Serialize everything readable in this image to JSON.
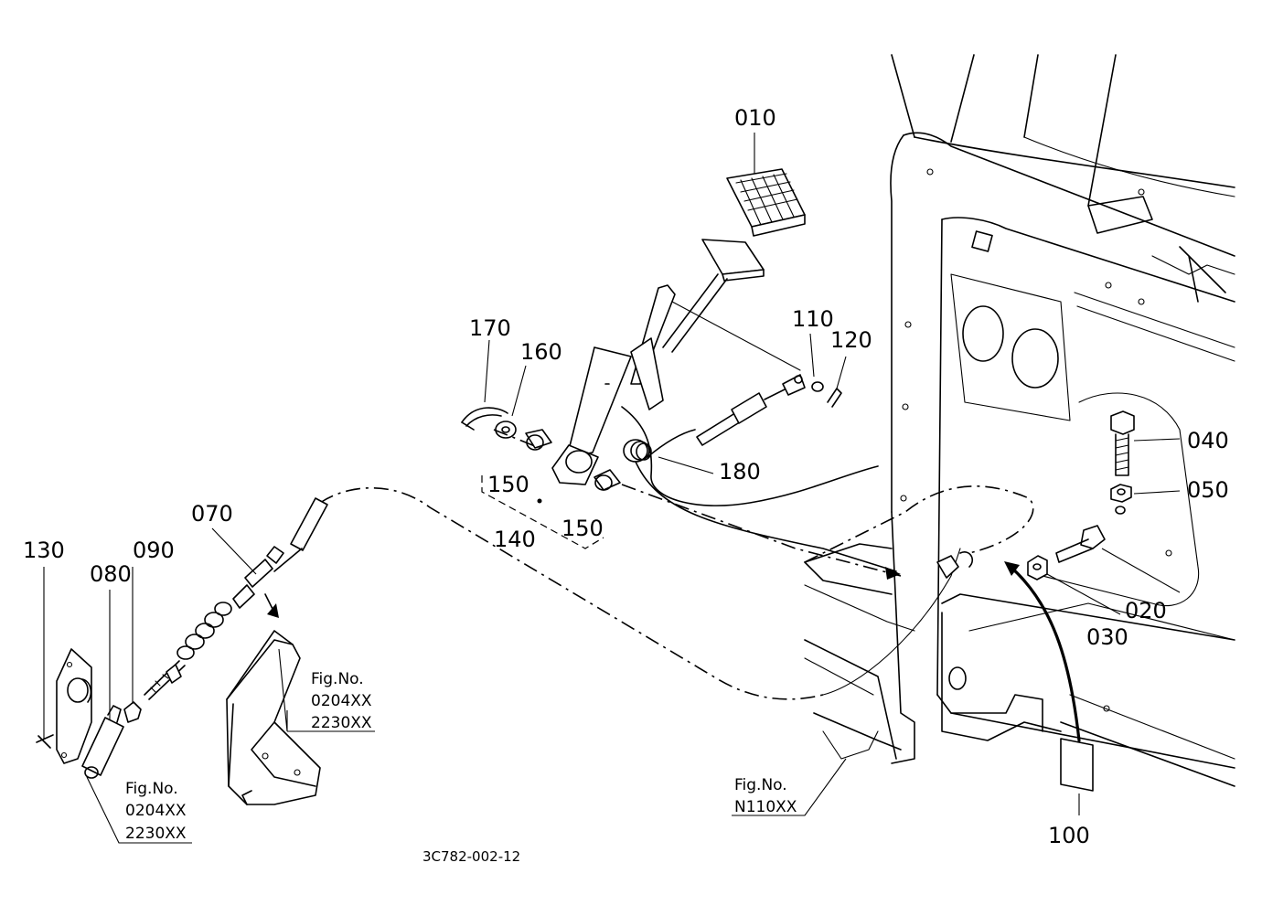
{
  "parts": [
    {
      "label": "010"
    },
    {
      "label": "020"
    },
    {
      "label": "030"
    },
    {
      "label": "040"
    },
    {
      "label": "050"
    },
    {
      "label": "070"
    },
    {
      "label": "080"
    },
    {
      "label": "090"
    },
    {
      "label": "100"
    },
    {
      "label": "110"
    },
    {
      "label": "120"
    },
    {
      "label": "130"
    },
    {
      "label": "140"
    },
    {
      "label": "150"
    },
    {
      "label": "150"
    },
    {
      "label": "160"
    },
    {
      "label": "170"
    },
    {
      "label": "180"
    }
  ],
  "references": [
    {
      "title": "Fig.No.",
      "codes": [
        "0204XX",
        "2230XX"
      ]
    },
    {
      "title": "Fig.No.",
      "codes": [
        "0204XX",
        "2230XX"
      ]
    },
    {
      "title": "Fig.No.",
      "codes": [
        "N110XX"
      ]
    }
  ],
  "drawing_number": "3C782-002-12"
}
